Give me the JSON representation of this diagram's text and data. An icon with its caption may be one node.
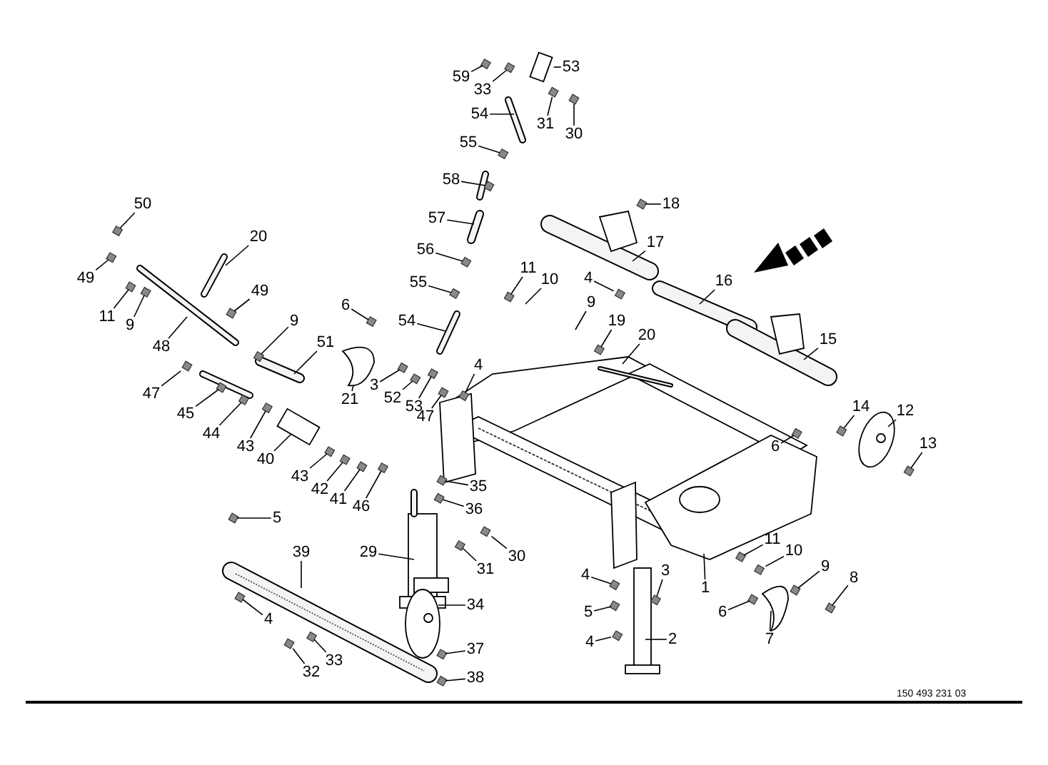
{
  "diagram": {
    "nodes": [
      {
        "text": [
          "59"
        ]
      },
      {
        "text": [
          "33"
        ]
      },
      {
        "text": [
          "53"
        ]
      },
      {
        "text": [
          "31"
        ]
      },
      {
        "text": [
          "30"
        ]
      },
      {
        "text": [
          "54"
        ]
      },
      {
        "text": [
          "55"
        ]
      },
      {
        "text": [
          "58"
        ]
      },
      {
        "text": [
          "57"
        ]
      },
      {
        "text": [
          "56"
        ]
      },
      {
        "text": [
          "50"
        ]
      },
      {
        "text": [
          "18"
        ]
      },
      {
        "text": [
          "20"
        ]
      },
      {
        "text": [
          "17"
        ]
      },
      {
        "text": [
          "49"
        ]
      },
      {
        "text": [
          "55"
        ]
      },
      {
        "text": [
          "11"
        ]
      },
      {
        "text": [
          "10"
        ]
      },
      {
        "text": [
          "4"
        ]
      },
      {
        "text": [
          "16"
        ]
      },
      {
        "text": [
          "49"
        ]
      },
      {
        "text": [
          "6"
        ]
      },
      {
        "text": [
          "9"
        ]
      },
      {
        "text": [
          "11"
        ]
      },
      {
        "text": [
          "9"
        ]
      },
      {
        "text": [
          "54"
        ]
      },
      {
        "text": [
          "19"
        ]
      },
      {
        "text": [
          "9"
        ]
      },
      {
        "text": [
          "20"
        ]
      },
      {
        "text": [
          "15"
        ]
      },
      {
        "text": [
          "51"
        ]
      },
      {
        "text": [
          "48"
        ]
      },
      {
        "text": [
          "4"
        ]
      },
      {
        "text": [
          "3"
        ]
      },
      {
        "text": [
          "21"
        ]
      },
      {
        "text": [
          "47"
        ]
      },
      {
        "text": [
          "52"
        ]
      },
      {
        "text": [
          "53"
        ]
      },
      {
        "text": [
          "14"
        ]
      },
      {
        "text": [
          "12"
        ]
      },
      {
        "text": [
          "47"
        ]
      },
      {
        "text": [
          "45"
        ]
      },
      {
        "text": [
          "44"
        ]
      },
      {
        "text": [
          "43"
        ]
      },
      {
        "text": [
          "6"
        ]
      },
      {
        "text": [
          "13"
        ]
      },
      {
        "text": [
          "40"
        ]
      },
      {
        "text": [
          "43"
        ]
      },
      {
        "text": [
          "35"
        ]
      },
      {
        "text": [
          "42"
        ]
      },
      {
        "text": [
          "41"
        ]
      },
      {
        "text": [
          "46"
        ]
      },
      {
        "text": [
          "36"
        ]
      },
      {
        "text": [
          "5"
        ]
      },
      {
        "text": [
          "11"
        ]
      },
      {
        "text": [
          "29"
        ]
      },
      {
        "text": [
          "30"
        ]
      },
      {
        "text": [
          "10"
        ]
      },
      {
        "text": [
          "39"
        ]
      },
      {
        "text": [
          "9"
        ]
      },
      {
        "text": [
          "31"
        ]
      },
      {
        "text": [
          "3"
        ]
      },
      {
        "text": [
          "4"
        ]
      },
      {
        "text": [
          "8"
        ]
      },
      {
        "text": [
          "1"
        ]
      },
      {
        "text": [
          "34"
        ]
      },
      {
        "text": [
          "6"
        ]
      },
      {
        "text": [
          "5"
        ]
      },
      {
        "text": [
          "4"
        ]
      },
      {
        "text": [
          "4"
        ]
      },
      {
        "text": [
          "2"
        ]
      },
      {
        "text": [
          "7"
        ]
      },
      {
        "text": [
          "37"
        ]
      },
      {
        "text": [
          "33"
        ]
      },
      {
        "text": [
          "32"
        ]
      },
      {
        "text": [
          "38"
        ]
      },
      {
        "text": [],
        "shape": "box"
      },
      {
        "text": [],
        "shape": "box"
      },
      {
        "text": [],
        "shape": "box"
      },
      {
        "text": [],
        "shape": "bar"
      },
      {
        "text": [],
        "shape": "box"
      },
      {
        "text": [],
        "shape": "picture"
      },
      {
        "text": [],
        "shape": "box"
      },
      {
        "text": [],
        "shape": "box"
      },
      {
        "text": [],
        "shape": "box"
      },
      {
        "text": [],
        "shape": "box"
      },
      {
        "text": [],
        "shape": "box"
      }
    ],
    "edges": [
      {
        "from": 0,
        "to": null,
        "arrow": "none"
      },
      {
        "from": 1,
        "to": null,
        "arrow": "none"
      },
      {
        "from": 2,
        "to": 76,
        "arrow": "none"
      },
      {
        "from": 3,
        "to": 77,
        "arrow": "none"
      },
      {
        "from": 4,
        "to": 78,
        "arrow": "none"
      },
      {
        "from": 5,
        "to": null,
        "arrow": "none"
      },
      {
        "from": 6,
        "to": null,
        "arrow": "none"
      },
      {
        "from": 7,
        "to": null,
        "arrow": "none"
      },
      {
        "from": 8,
        "to": null,
        "arrow": "none"
      },
      {
        "from": 9,
        "to": null,
        "arrow": "none"
      },
      {
        "from": 10,
        "to": null,
        "arrow": "none"
      },
      {
        "from": 11,
        "to": null,
        "arrow": "none"
      },
      {
        "from": 12,
        "to": 79,
        "arrow": "none"
      },
      {
        "from": 13,
        "to": null,
        "arrow": "none"
      },
      {
        "from": 14,
        "to": null,
        "arrow": "none"
      },
      {
        "from": 15,
        "to": null,
        "arrow": "none"
      },
      {
        "from": 16,
        "to": null,
        "arrow": "none"
      },
      {
        "from": 17,
        "to": null,
        "arrow": "none"
      },
      {
        "from": 18,
        "to": 80,
        "arrow": "none"
      },
      {
        "from": 19,
        "to": null,
        "arrow": "none"
      },
      {
        "from": 20,
        "to": null,
        "arrow": "none"
      },
      {
        "from": 21,
        "to": null,
        "arrow": "none"
      },
      {
        "from": 22,
        "to": null,
        "arrow": "none"
      },
      {
        "from": 23,
        "to": null,
        "arrow": "none"
      },
      {
        "from": 24,
        "to": null,
        "arrow": "none"
      },
      {
        "from": 25,
        "to": null,
        "arrow": "none"
      },
      {
        "from": 26,
        "to": null,
        "arrow": "none"
      },
      {
        "from": 27,
        "to": null,
        "arrow": "none"
      },
      {
        "from": 28,
        "to": null,
        "arrow": "none"
      },
      {
        "from": 29,
        "to": null,
        "arrow": "none"
      },
      {
        "from": 30,
        "to": null,
        "arrow": "none"
      },
      {
        "from": 31,
        "to": null,
        "arrow": "none"
      },
      {
        "from": 32,
        "to": null,
        "arrow": "none"
      },
      {
        "from": 33,
        "to": null,
        "arrow": "none"
      },
      {
        "from": 34,
        "to": 81,
        "arrow": "none"
      },
      {
        "from": 35,
        "to": 82,
        "arrow": "none"
      },
      {
        "from": 36,
        "to": null,
        "arrow": "none"
      },
      {
        "from": 37,
        "to": null,
        "arrow": "none"
      },
      {
        "from": 38,
        "to": null,
        "arrow": "none"
      },
      {
        "from": 39,
        "to": null,
        "arrow": "none"
      },
      {
        "from": 40,
        "to": null,
        "arrow": "none"
      },
      {
        "from": 41,
        "to": null,
        "arrow": "none"
      },
      {
        "from": 42,
        "to": null,
        "arrow": "none"
      },
      {
        "from": 43,
        "to": null,
        "arrow": "none"
      },
      {
        "from": 44,
        "to": null,
        "arrow": "none"
      },
      {
        "from": 45,
        "to": null,
        "arrow": "none"
      },
      {
        "from": 46,
        "to": null,
        "arrow": "none"
      },
      {
        "from": 47,
        "to": null,
        "arrow": "none"
      },
      {
        "from": 48,
        "to": null,
        "arrow": "none"
      },
      {
        "from": 49,
        "to": null,
        "arrow": "none"
      },
      {
        "from": 50,
        "to": null,
        "arrow": "none"
      },
      {
        "from": 51,
        "to": null,
        "arrow": "none"
      },
      {
        "from": 52,
        "to": null,
        "arrow": "none"
      },
      {
        "from": 53,
        "to": null,
        "arrow": "none"
      },
      {
        "from": 54,
        "to": null,
        "arrow": "none"
      },
      {
        "from": 55,
        "to": null,
        "arrow": "none"
      },
      {
        "from": 56,
        "to": 83,
        "arrow": "none"
      },
      {
        "from": 57,
        "to": 84,
        "arrow": "none"
      },
      {
        "from": 58,
        "to": null,
        "arrow": "none"
      },
      {
        "from": 59,
        "to": null,
        "arrow": "none"
      },
      {
        "from": 60,
        "to": null,
        "arrow": "none"
      },
      {
        "from": 61,
        "to": null,
        "arrow": "none"
      },
      {
        "from": 62,
        "to": null,
        "arrow": "none"
      },
      {
        "from": 63,
        "to": null,
        "arrow": "none"
      },
      {
        "from": 64,
        "to": null,
        "arrow": "none"
      },
      {
        "from": 65,
        "to": null,
        "arrow": "none"
      },
      {
        "from": 66,
        "to": null,
        "arrow": "none"
      },
      {
        "from": 67,
        "to": null,
        "arrow": "none"
      },
      {
        "from": 68,
        "to": null,
        "arrow": "none"
      },
      {
        "from": 69,
        "to": 85,
        "arrow": "none"
      },
      {
        "from": 70,
        "to": null,
        "arrow": "none"
      },
      {
        "from": 71,
        "to": null,
        "arrow": "none"
      },
      {
        "from": 72,
        "to": null,
        "arrow": "none"
      },
      {
        "from": 73,
        "to": null,
        "arrow": "none"
      },
      {
        "from": 74,
        "to": 86,
        "arrow": "none"
      },
      {
        "from": 75,
        "to": null,
        "arrow": "none"
      }
    ],
    "labels": [
      "150 493 231 03"
    ]
  }
}
